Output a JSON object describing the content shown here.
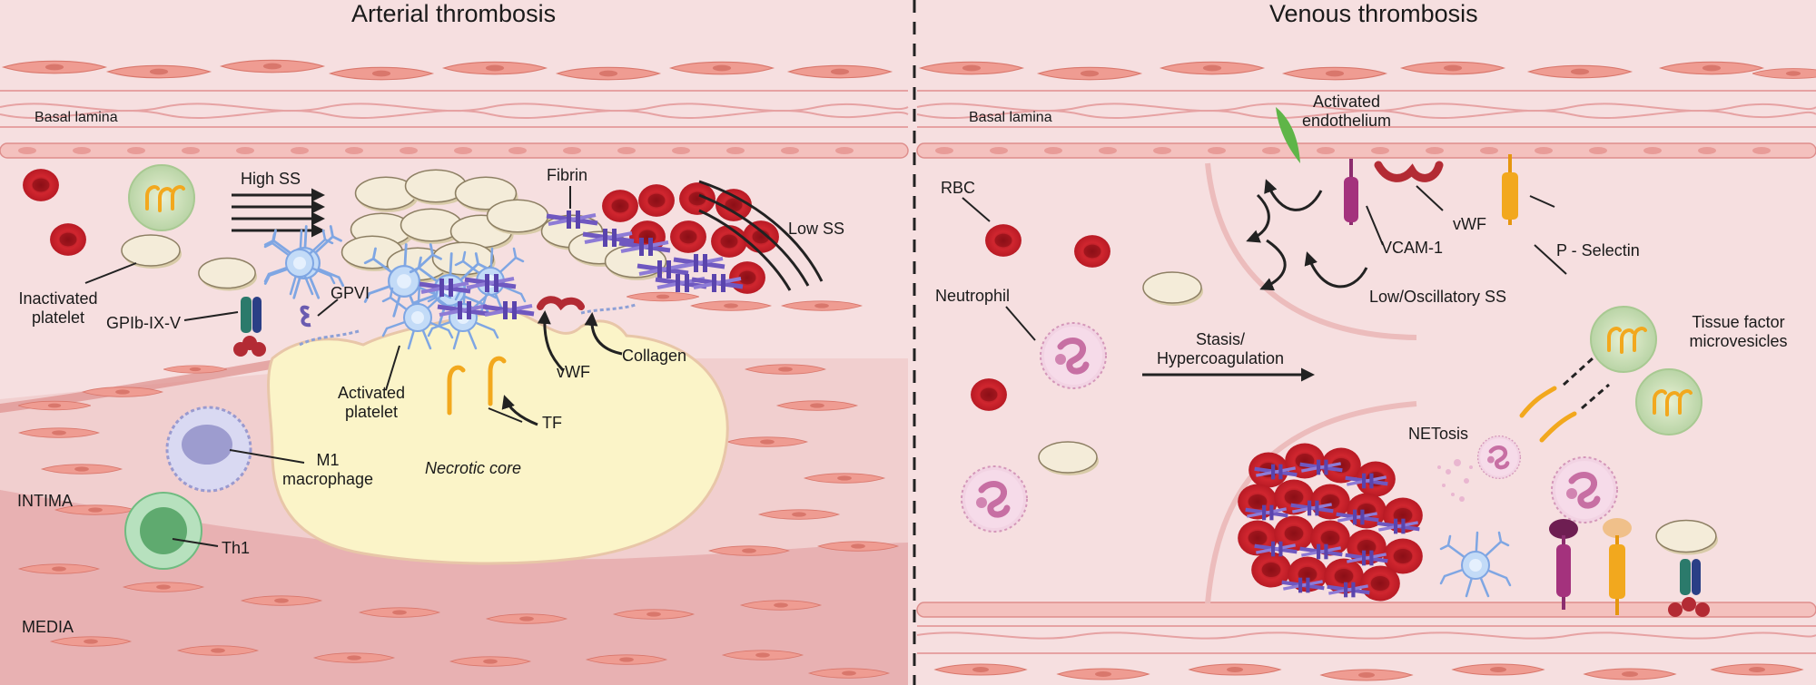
{
  "titles": {
    "arterial": "Arterial thrombosis",
    "venous": "Venous thrombosis"
  },
  "arterial": {
    "basal_lamina": "Basal lamina",
    "high_ss": "High SS",
    "fibrin": "Fibrin",
    "low_ss": "Low SS",
    "inactivated_platelet": [
      "Inactivated",
      "platelet"
    ],
    "gpib": "GPIb-IX-V",
    "gpvi": "GPVI",
    "activated_platelet": [
      "Activated",
      "platelet"
    ],
    "vwf": "vWF",
    "collagen": "Collagen",
    "tf": "TF",
    "necrotic_core": "Necrotic core",
    "m1_macrophage": [
      "M1",
      "macrophage"
    ],
    "th1": "Th1",
    "intima": "INTIMA",
    "media": "MEDIA"
  },
  "venous": {
    "basal_lamina": "Basal lamina",
    "activated_endothelium": [
      "Activated",
      "endothelium"
    ],
    "rbc": "RBC",
    "vwf": "vWF",
    "vcam1": "VCAM-1",
    "p_selectin": "P - Selectin",
    "low_oscillatory_ss": "Low/Oscillatory SS",
    "neutrophil": "Neutrophil",
    "stasis": [
      "Stasis/",
      "Hypercoagulation"
    ],
    "tissue_factor_microvesicles": [
      "Tissue factor",
      "microvesicles"
    ],
    "netosis": "NETosis"
  },
  "colors": {
    "lumen": "#f6dfe0",
    "smooth_muscle": "#ef9c92",
    "endothelium": "#f4c1be",
    "rbc": "#c8202b",
    "platelet": "#f3ead6",
    "necrotic_core": "#fbf4c8",
    "fibrin": "#7d67c9",
    "tissue_factor": "#f2a81e",
    "macrophage": "#b7b6e4",
    "th1": "#8fcf9e",
    "neutrophil": "#f0c6dc",
    "dendritic": "#a9c6f1"
  }
}
